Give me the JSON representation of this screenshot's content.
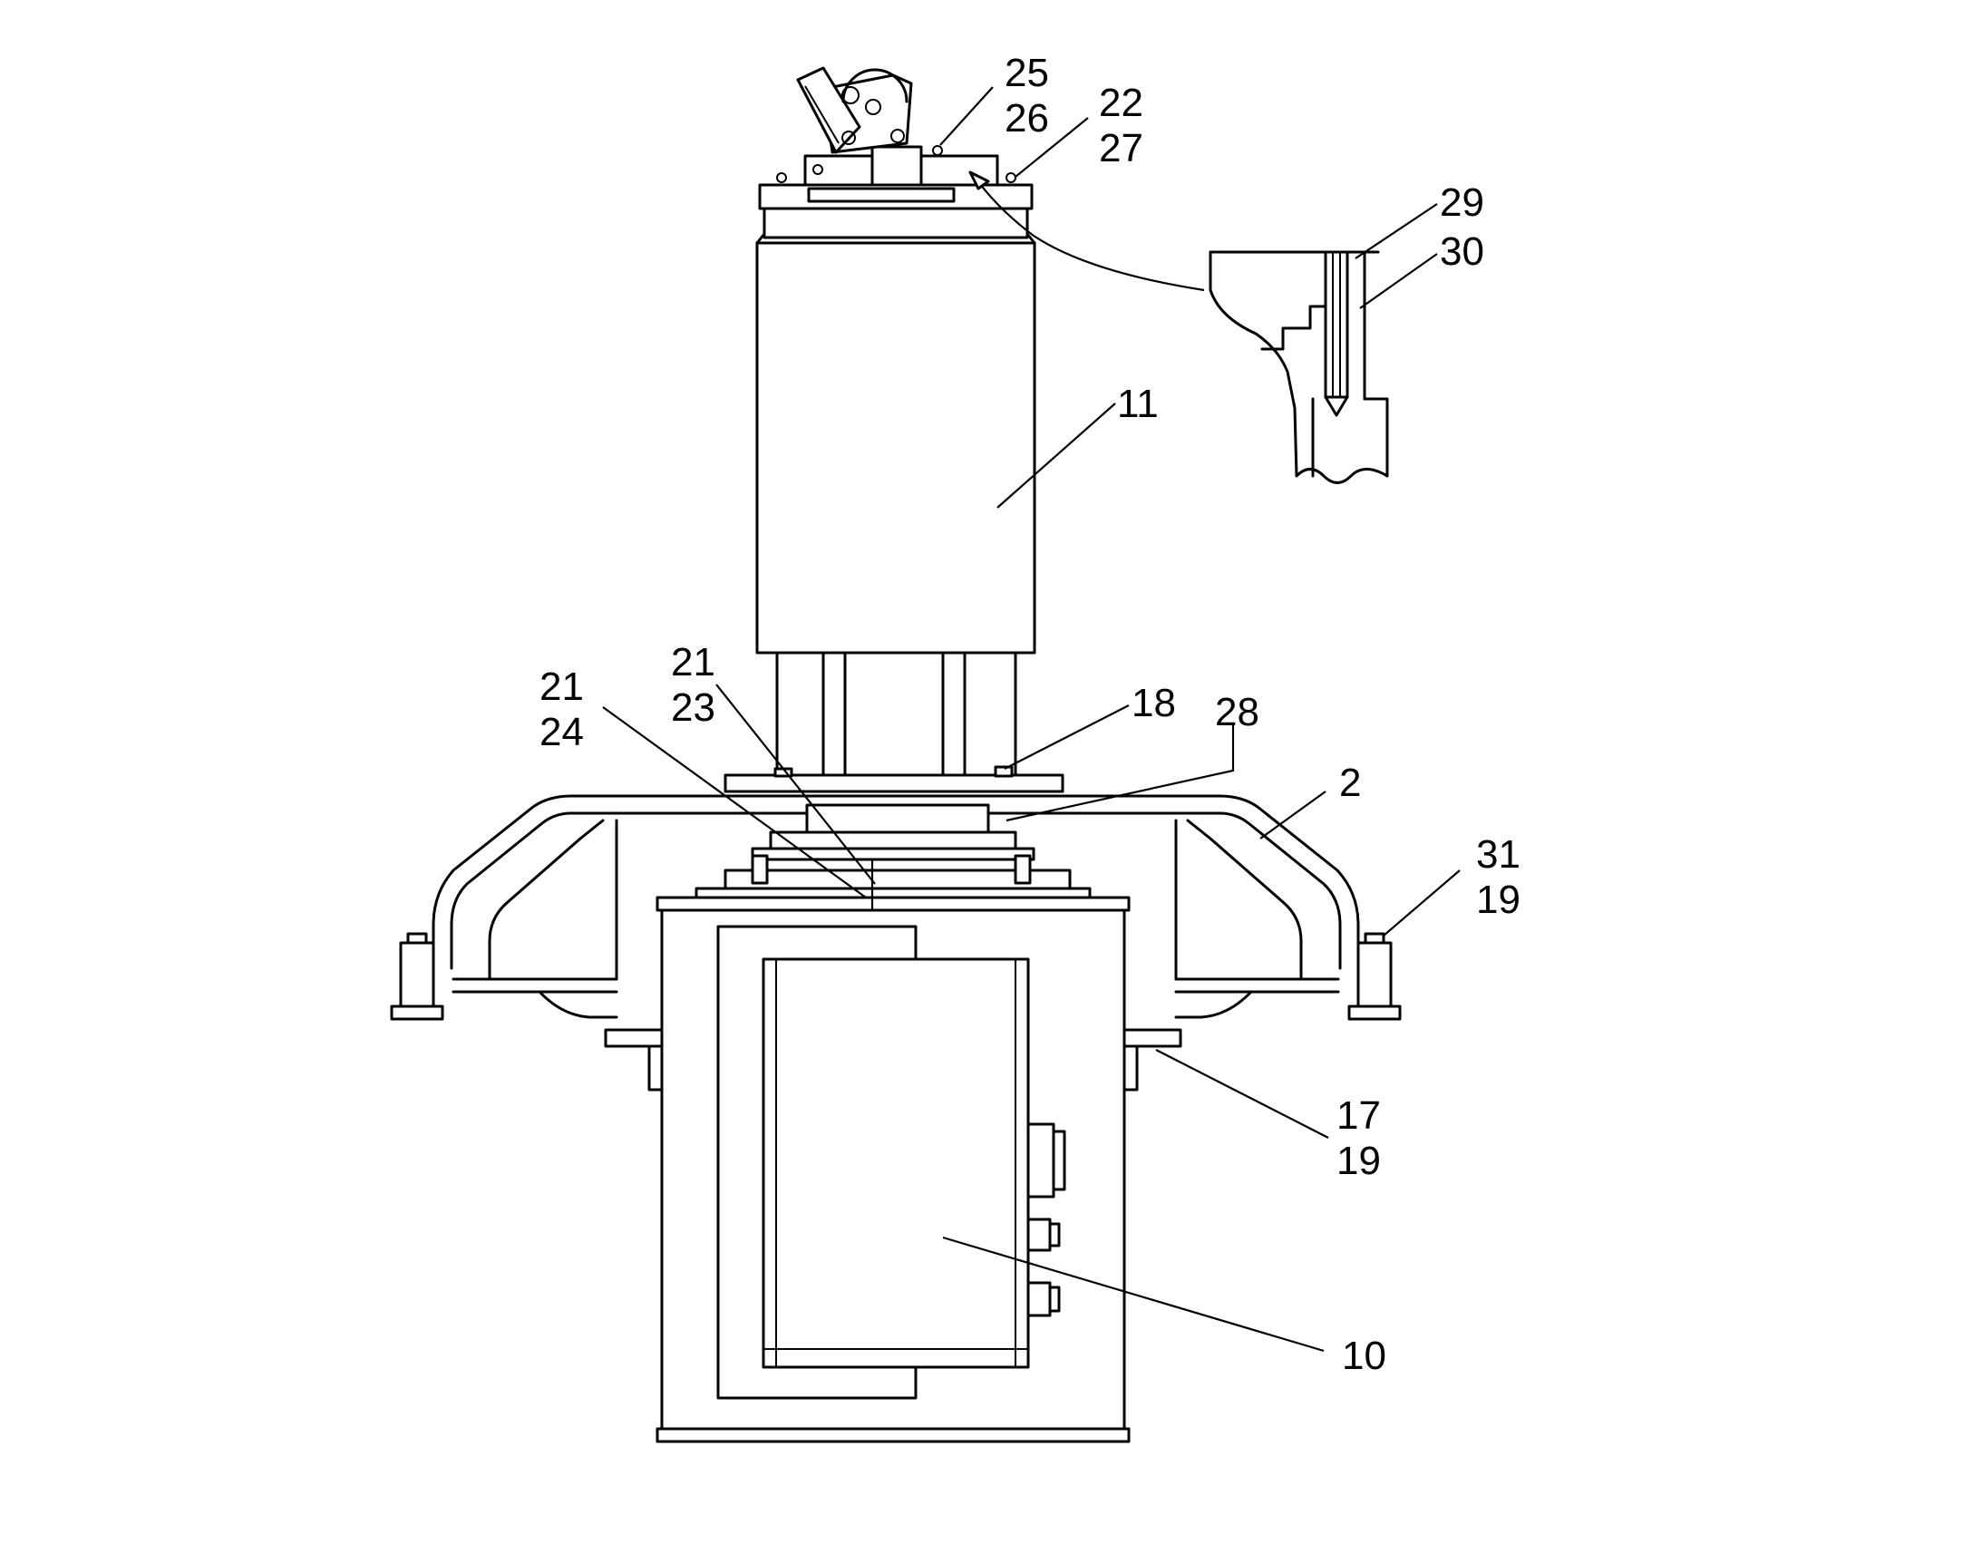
{
  "figure": {
    "callouts": [
      {
        "id": "c-25",
        "text": "25"
      },
      {
        "id": "c-26",
        "text": "26"
      },
      {
        "id": "c-22",
        "text": "22"
      },
      {
        "id": "c-27",
        "text": "27"
      },
      {
        "id": "c-29",
        "text": "29"
      },
      {
        "id": "c-30",
        "text": "30"
      },
      {
        "id": "c-11",
        "text": "11"
      },
      {
        "id": "c-21a",
        "text": "21"
      },
      {
        "id": "c-23",
        "text": "23"
      },
      {
        "id": "c-21b",
        "text": "21"
      },
      {
        "id": "c-24",
        "text": "24"
      },
      {
        "id": "c-18",
        "text": "18"
      },
      {
        "id": "c-28",
        "text": "28"
      },
      {
        "id": "c-2",
        "text": "2"
      },
      {
        "id": "c-31",
        "text": "31"
      },
      {
        "id": "c-19a",
        "text": "19"
      },
      {
        "id": "c-17",
        "text": "17"
      },
      {
        "id": "c-19b",
        "text": "19"
      },
      {
        "id": "c-10",
        "text": "10"
      }
    ]
  }
}
